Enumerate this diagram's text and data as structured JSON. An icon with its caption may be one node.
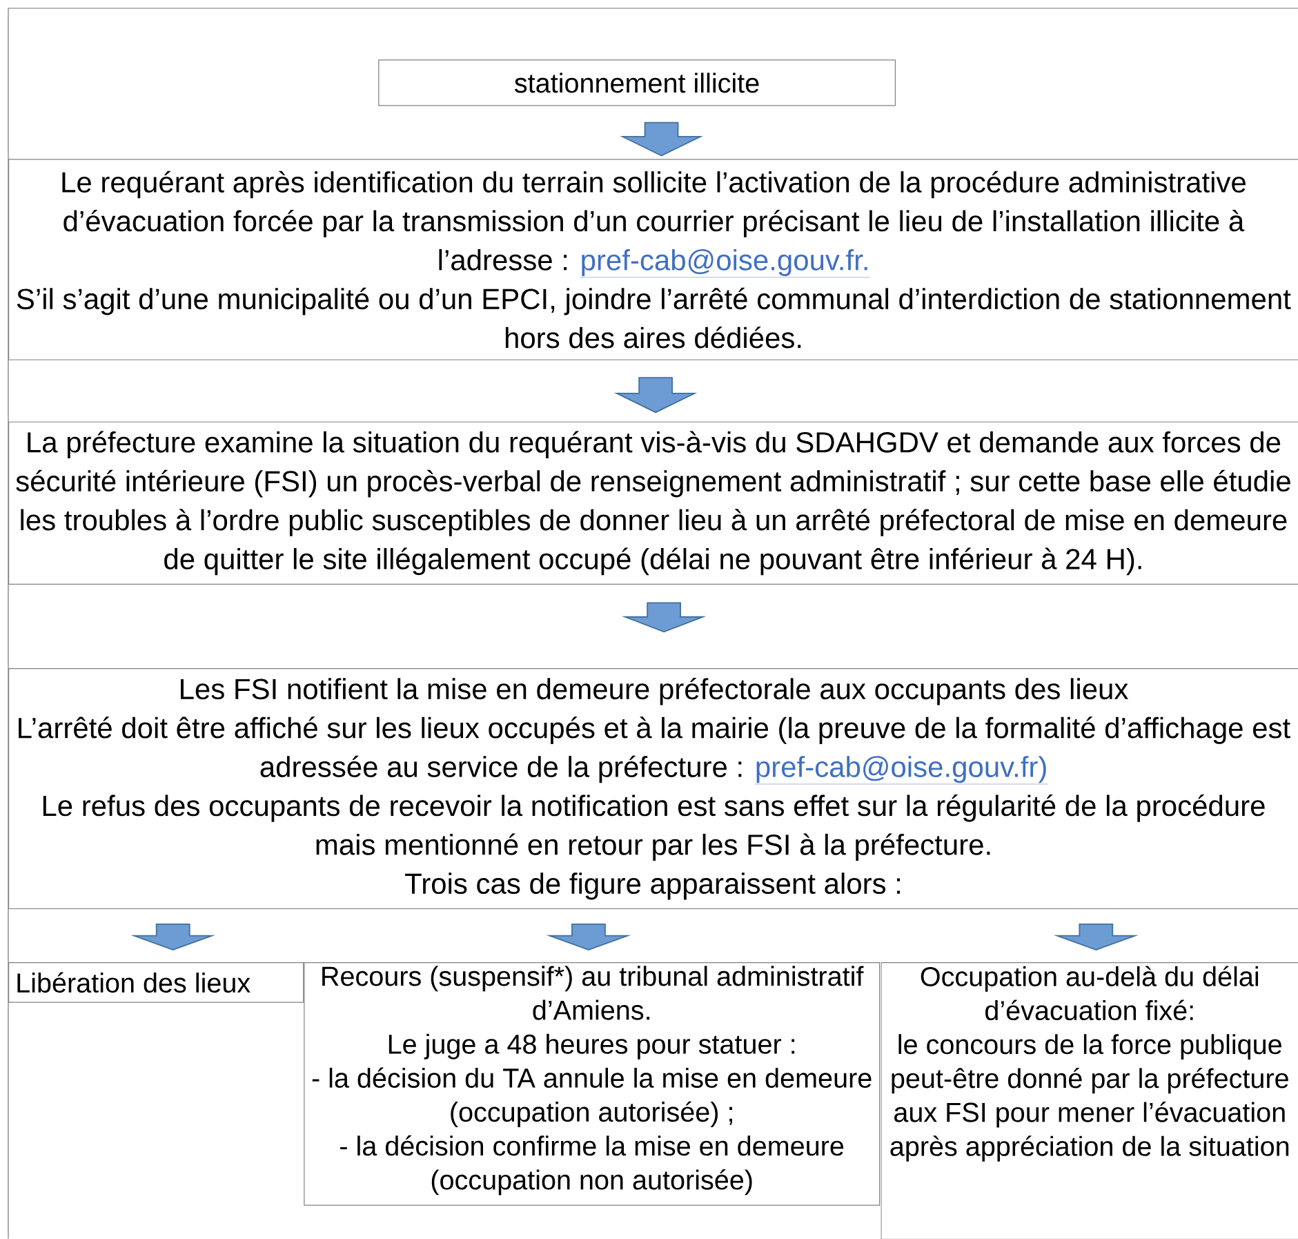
{
  "diagram": {
    "nodes": [
      {
        "text": [
          "stationnement illicite"
        ]
      },
      {
        "text": [
          "Le requérant après identification du terrain sollicite l’activation de la procédure administrative d’évacuation forcée par la transmission d’un courrier précisant le lieu de l’installation illicite à l’adresse :",
          "pref-cab@oise.gouv.fr.",
          "S’il s’agit d’une municipalité ou d’un EPCI, joindre l’arrêté communal d’interdiction de stationnement hors des aires dédiées."
        ]
      },
      {
        "text": [
          "La préfecture examine la situation du requérant vis-à-vis du SDAHGDV et demande aux forces de sécurité intérieure (FSI) un procès-verbal de renseignement administratif ; sur cette base elle étudie les troubles à l’ordre public susceptibles de donner lieu à un arrêté préfectoral de mise en demeure de quitter le site illégalement occupé (délai ne pouvant être inférieur à 24 H)."
        ]
      },
      {
        "text": [
          "Les FSI notifient la mise en demeure préfectorale aux occupants des lieux",
          "L’arrêté doit être affiché sur les lieux occupés et à la mairie (la preuve de la formalité d’affichage est adressée au service de la préfecture :",
          "pref-cab@oise.gouv.fr)",
          "Le refus des occupants de recevoir la notification est sans effet sur la régularité de la procédure mais mentionné en retour par les FSI à la préfecture.",
          "Trois cas de figure apparaissent alors :"
        ]
      },
      {
        "text": [
          "Libération des lieux"
        ]
      },
      {
        "text": [
          "Recours (suspensif*) au tribunal administratif d’Amiens.",
          "Le juge a 48 heures pour statuer :",
          "- la décision du TA annule la mise en demeure (occupation autorisée) ;",
          "- la décision confirme la mise en demeure (occupation non autorisée)"
        ]
      },
      {
        "text": [
          "Occupation au-delà du délai d’évacuation fixé:",
          "le concours de la force publique peut-être donné par la préfecture aux FSI pour mener l’évacuation après appréciation de la situation"
        ]
      }
    ],
    "edges": [
      {
        "from": 0,
        "to": 1,
        "arrow": "to"
      },
      {
        "from": 1,
        "to": 2,
        "arrow": "to"
      },
      {
        "from": 2,
        "to": 3,
        "arrow": "to"
      },
      {
        "from": 3,
        "to": 4,
        "arrow": "to"
      },
      {
        "from": 3,
        "to": 5,
        "arrow": "to"
      },
      {
        "from": 3,
        "to": 6,
        "arrow": "to"
      }
    ]
  }
}
